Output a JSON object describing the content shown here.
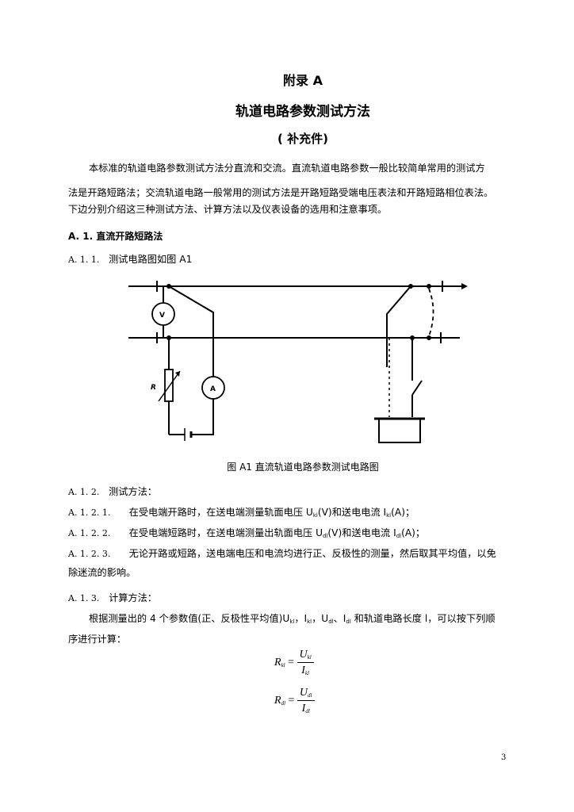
{
  "title": {
    "appendix": "附录 A",
    "main": "轨道电路参数测试方法",
    "supplement": "( 补充件)"
  },
  "intro": {
    "line1": "本标准的轨道电路参数测试方法分直流和交流。直流轨道电路参数一般比较简单常用的测试方",
    "line2": "法是开路短路法；交流轨道电路一般常用的测试方法是开路短路受端电压表法和开路短路相位表法。",
    "line3": "下边分别介绍这三种测试方法、计算方法以及仪表设备的选用和注意事项。"
  },
  "section_a1": {
    "number": "A. 1.",
    "title": "直流开路短路法"
  },
  "a111": {
    "number": "A. 1. 1.",
    "text": "测试电路图如图 A1"
  },
  "figure": {
    "caption": "图 A1 直流轨道电路参数测试电路图",
    "voltmeter_label": "V",
    "ammeter_label": "A",
    "resistor_label": "R"
  },
  "a112": {
    "number": "A. 1. 2.",
    "text": "测试方法："
  },
  "a1121": {
    "number": "A. 1. 2. 1.",
    "text_a": "在受电端开路时，在送电端测量轨面电压 U",
    "sub_a": "kl",
    "text_b": "(V)和送电电流 I",
    "sub_b": "kl",
    "text_c": "(A)；"
  },
  "a1122": {
    "number": "A. 1. 2. 2.",
    "text_a": "在受电端短路时，在送电端测量出轨面电压 U",
    "sub_a": "dl",
    "text_b": "(V)和送电电流 I",
    "sub_b": "dl",
    "text_c": "(A)；"
  },
  "a1123": {
    "number": "A. 1. 2. 3.",
    "line1": "无论开路或短路，送电端电压和电流均进行正、反极性的测量，然后取其平均值，以免",
    "line2": "除迷流的影响。"
  },
  "a113": {
    "number": "A. 1. 3.",
    "text": "计算方法："
  },
  "calc": {
    "line1_a": "根据测量出的 4 个参数值(正、反极性平均值)U",
    "sub1": "kl",
    "sep1": "，I",
    "sub2": "kl",
    "sep2": "，U",
    "sub3": "dl",
    "sep3": "、I",
    "sub4": "dl",
    "line1_b": " 和轨道电路长度 l，可以按下列顺",
    "line2": "序进行计算："
  },
  "formula1": {
    "lhs": "R",
    "lhs_sub": "kl",
    "eq": "=",
    "num": "U",
    "num_sub": "kl",
    "den": "I",
    "den_sub": "kl"
  },
  "formula2": {
    "lhs": "R",
    "lhs_sub": "dl",
    "eq": "=",
    "num": "U",
    "num_sub": "dl",
    "den": "I",
    "den_sub": "dl"
  },
  "page_number": "3"
}
